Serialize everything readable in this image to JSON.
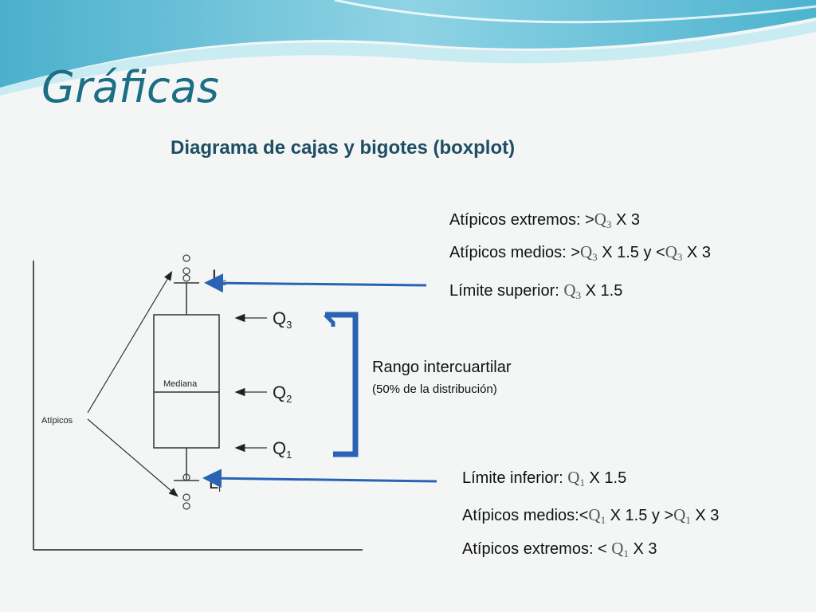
{
  "title": "Gráficas",
  "subtitle": "Diagrama de cajas y bigotes (boxplot)",
  "diagram": {
    "outliers_label": "Atípicos",
    "median_label": "Mediana",
    "q3_label": "Q",
    "q3_sub": "3",
    "q2_label": "Q",
    "q2_sub": "2",
    "q1_label": "Q",
    "q1_sub": "1",
    "ls_label": "L",
    "ls_sub": "s",
    "li_label": "L",
    "li_sub": "i"
  },
  "iqr": {
    "label": "Rango intercuartilar",
    "sublabel": "(50% de la distribución)"
  },
  "upper_notes": {
    "extreme": {
      "prefix": "Atípicos extremos: >",
      "q": "Q",
      "sub": "3",
      "suffix": " X 3"
    },
    "medium": {
      "prefix": "Atípicos medios: >",
      "q": "Q",
      "sub": "3",
      "mid": " X 1.5 y <",
      "q2": "Q",
      "sub2": "3",
      "suffix": " X 3"
    },
    "limit": {
      "prefix": "Límite superior: ",
      "q": "Q",
      "sub": "3",
      "suffix": " X 1.5"
    }
  },
  "lower_notes": {
    "limit": {
      "prefix": "Límite inferior: ",
      "q": "Q",
      "sub": "1",
      "suffix": " X 1.5"
    },
    "medium": {
      "prefix": "Atípicos medios:<",
      "q": "Q",
      "sub": "1",
      "mid": " X 1.5 y >",
      "q2": "Q",
      "sub2": "1",
      "suffix": " X 3"
    },
    "extreme": {
      "prefix": "Atípicos extremos: < ",
      "q": "Q",
      "sub": "1",
      "suffix": " X 3"
    }
  },
  "colors": {
    "title": "#1b6e85",
    "subtitle": "#1f4e63",
    "arrow": "#2a63b4",
    "bracket": "#2a63b4",
    "wave_dark": "#3fa6c4",
    "wave_light": "#a8dce8"
  }
}
